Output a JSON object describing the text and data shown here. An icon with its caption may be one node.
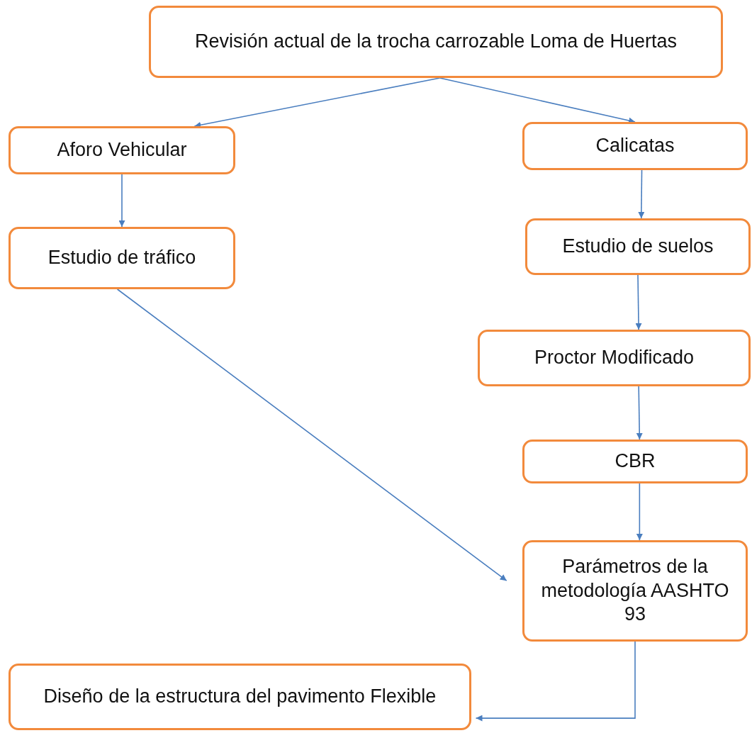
{
  "diagram": {
    "nodes": [
      {
        "text": [
          "Revisión actual de la trocha carrozable Loma de Huertas"
        ]
      },
      {
        "text": [
          "Aforo Vehicular"
        ]
      },
      {
        "text": [
          "Calicatas"
        ]
      },
      {
        "text": [
          "Estudio de tráfico"
        ]
      },
      {
        "text": [
          "Estudio de suelos"
        ]
      },
      {
        "text": [
          "Proctor Modificado"
        ]
      },
      {
        "text": [
          "CBR"
        ]
      },
      {
        "text": [
          "Parámetros de la metodología AASHTO 93"
        ]
      },
      {
        "text": [
          "Diseño de la estructura del pavimento Flexible"
        ]
      }
    ],
    "edges": [
      {
        "from": 0,
        "to": 1,
        "arrow": "to"
      },
      {
        "from": 0,
        "to": 2,
        "arrow": "to"
      },
      {
        "from": 1,
        "to": 3,
        "arrow": "to"
      },
      {
        "from": 2,
        "to": 4,
        "arrow": "to"
      },
      {
        "from": 4,
        "to": 5,
        "arrow": "to"
      },
      {
        "from": 5,
        "to": 6,
        "arrow": "to"
      },
      {
        "from": 6,
        "to": 7,
        "arrow": "to"
      },
      {
        "from": 3,
        "to": 7,
        "arrow": "to"
      },
      {
        "from": 7,
        "to": 8,
        "arrow": "to"
      }
    ]
  }
}
